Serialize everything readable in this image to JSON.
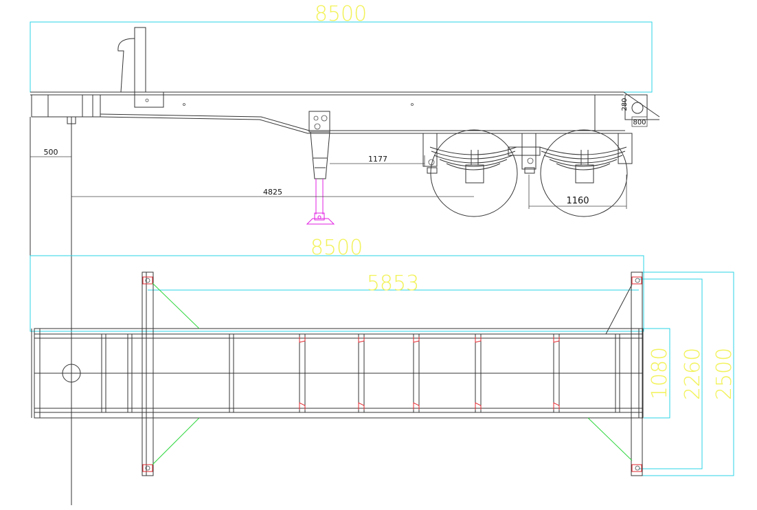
{
  "side_view": {
    "overall_length": "8500",
    "kingpin_offset": "500",
    "kingpin_to_axle": "4825",
    "landing_gear_to_axle": "1177",
    "axle_spacing": "1160",
    "rear_height": "280",
    "rear_overhang": "800"
  },
  "top_view": {
    "overall_length": "8500",
    "twistlock_spacing": "5853",
    "frame_width": "1080",
    "twistlock_width": "2260",
    "overall_width": "2500"
  },
  "colors": {
    "frame_lines": "#333333",
    "dimension_lines": "#29d3e6",
    "dimension_text_large": "#f2f259",
    "bracing": "#2bd63a",
    "crossmember_marks": "#e0262c",
    "landing_foot": "#e21ee2"
  }
}
